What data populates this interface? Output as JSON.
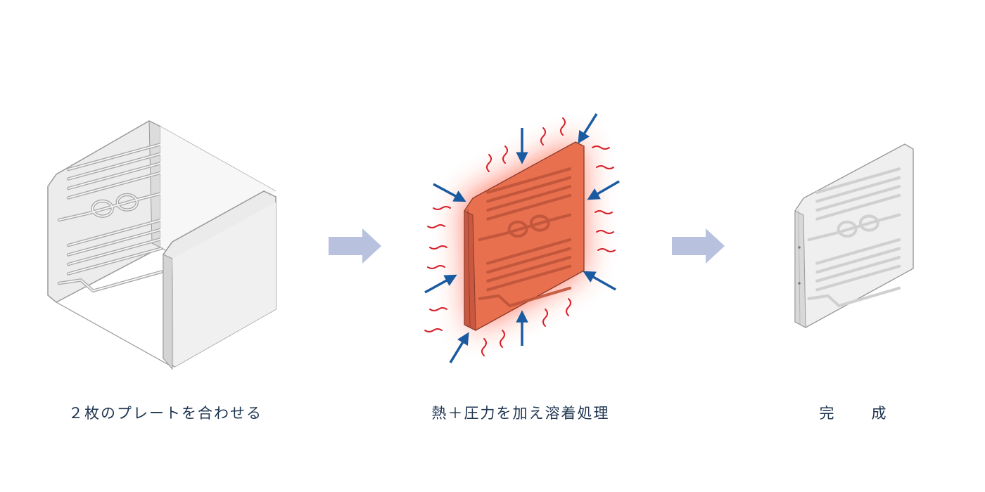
{
  "steps": [
    {
      "label": "２枚のプレートを合わせる"
    },
    {
      "label": "熱＋圧力を加え溶着処理"
    },
    {
      "label": "完　成"
    }
  ],
  "colors": {
    "plate_light": "#eeeeee",
    "plate_edge": "#d8d8d8",
    "plate_outline": "#9a9a9a",
    "heat_core": "#e8704f",
    "heat_glow": "#ff3a1a",
    "pressure_arrow": "#1a5aa0",
    "heat_wave": "#d6202a",
    "flow_arrow": "#b8c2de",
    "caption_text": "#1e3550"
  },
  "icons": [
    "flow-arrow-icon",
    "pressure-arrow-icon",
    "heat-wave-icon"
  ]
}
